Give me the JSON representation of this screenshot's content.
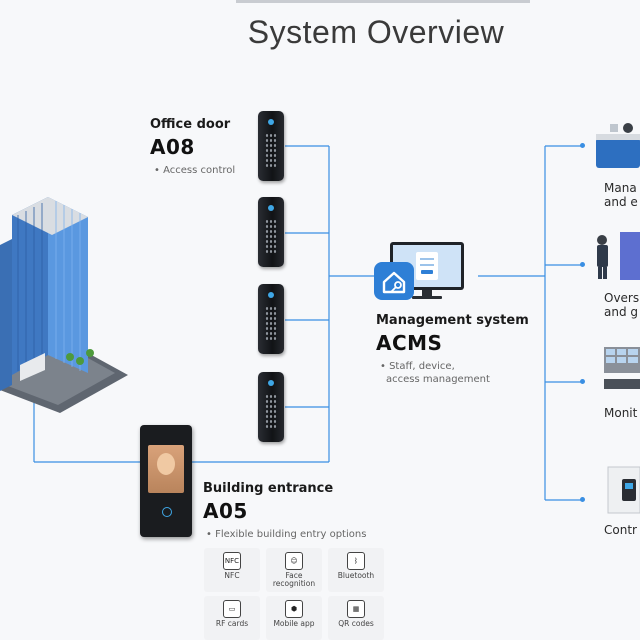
{
  "title": "System Overview",
  "office_door": {
    "label": "Office door",
    "model": "A08",
    "bullets": [
      "• Access control"
    ]
  },
  "management": {
    "label": "Management system",
    "model": "ACMS",
    "bullets": [
      "• Staff, device,",
      "access management"
    ]
  },
  "building_entrance": {
    "label": "Building entrance",
    "model": "A05",
    "bullets": [
      "• Flexible building entry options"
    ]
  },
  "features": [
    {
      "label": "NFC",
      "icon_name": "nfc-icon",
      "glyph": "NFC"
    },
    {
      "label": "Face recognition",
      "icon_name": "face-recognition-icon",
      "glyph": "☺"
    },
    {
      "label": "Bluetooth",
      "icon_name": "bluetooth-icon",
      "glyph": "ᛒ"
    },
    {
      "label": "RF cards",
      "icon_name": "rf-card-icon",
      "glyph": "▭"
    },
    {
      "label": "Mobile app",
      "icon_name": "mobile-app-icon",
      "glyph": "⬢"
    },
    {
      "label": "QR codes",
      "icon_name": "qr-code-icon",
      "glyph": "▦"
    }
  ],
  "right_items": [
    {
      "line1": "Mana",
      "line2": "and e"
    },
    {
      "line1": "Overs",
      "line2": "and g"
    },
    {
      "line1": "Monit",
      "line2": ""
    },
    {
      "line1": "Contr",
      "line2": ""
    }
  ],
  "colors": {
    "connector": "#3a8fe3",
    "building_glass": "#4f8ed9",
    "reader_body": "#15171a",
    "accent_blue": "#2e7fd6"
  }
}
